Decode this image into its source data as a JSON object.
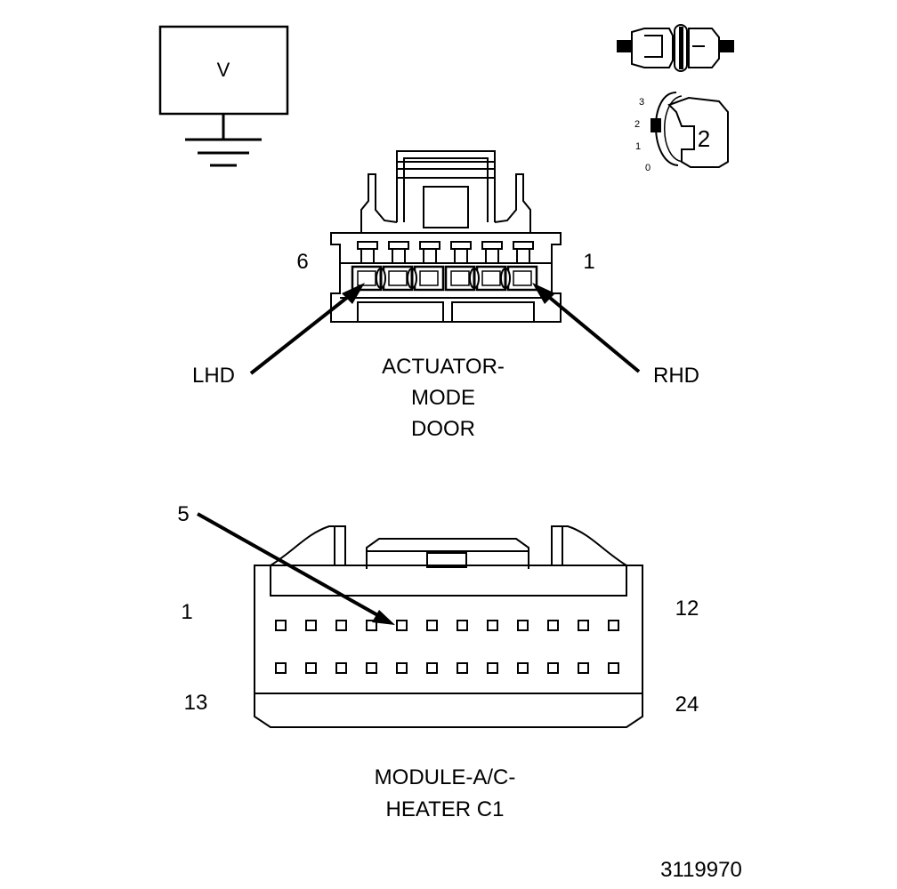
{
  "voltmeter": {
    "symbol": "V"
  },
  "dial": {
    "ticks": [
      "3",
      "2",
      "1",
      "0"
    ],
    "value": "2"
  },
  "actuator": {
    "pin_left": "6",
    "pin_right": "1",
    "lhd_label": "LHD",
    "rhd_label": "RHD",
    "title_lines": [
      "ACTUATOR-",
      "MODE",
      "DOOR"
    ]
  },
  "module": {
    "callout_pin": "5",
    "pin_top_left": "1",
    "pin_top_right": "12",
    "pin_bottom_left": "13",
    "pin_bottom_right": "24",
    "title_lines": [
      "MODULE-A/C-",
      "HEATER C1"
    ]
  },
  "figure_number": "3119970"
}
